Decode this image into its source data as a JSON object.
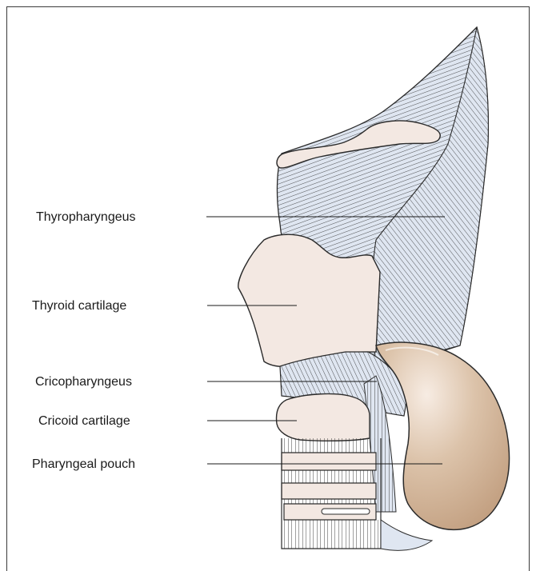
{
  "labels": {
    "thyropharyngeus": "Thyropharyngeus",
    "thyroid_cartilage": "Thyroid cartilage",
    "cricopharyngeus": "Cricopharyngeus",
    "cricoid_cartilage": "Cricoid cartilage",
    "pharyngeal_pouch": "Pharyngeal pouch"
  },
  "colors": {
    "muscle": "#dfe6f1",
    "cartilage": "#f3e8e2",
    "pouch": "#d8bfa6",
    "outline": "#2b2b2b"
  }
}
